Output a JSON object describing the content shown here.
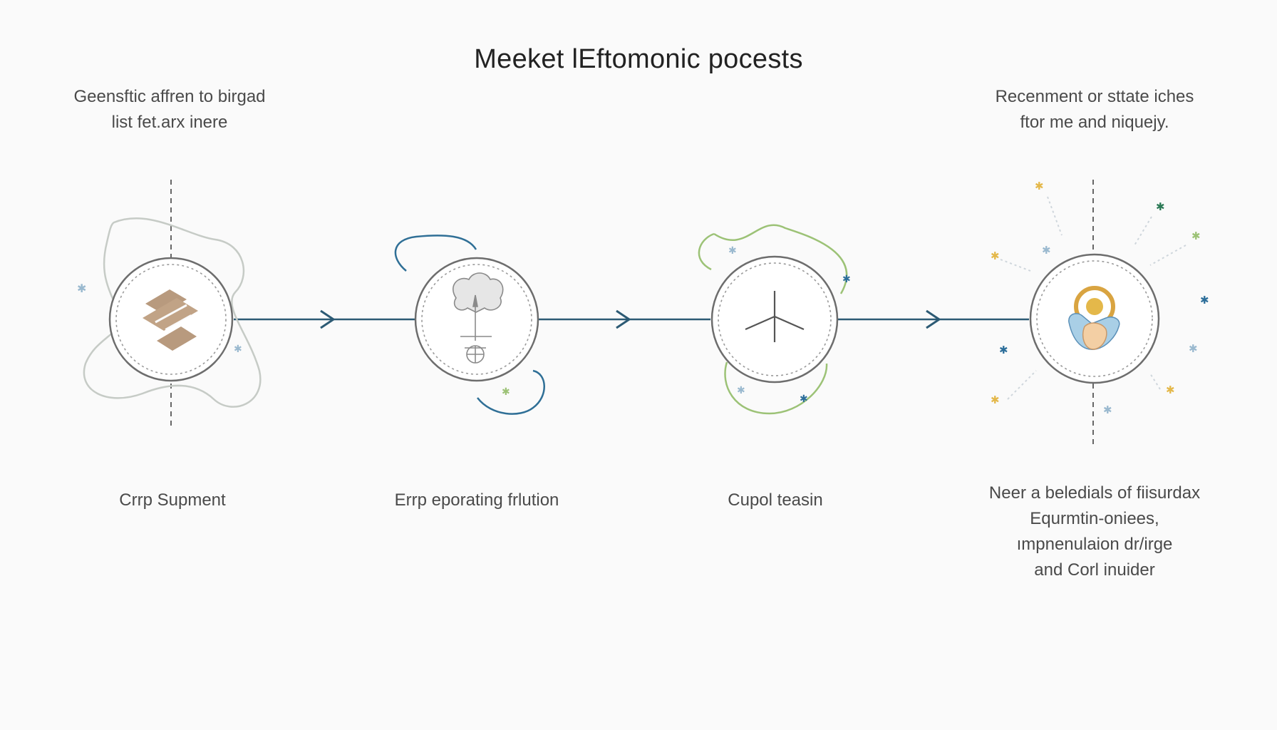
{
  "title": "Meeket lEftomonic pocests",
  "note_left": {
    "line1": "Geensftic affren to birgad",
    "line2": "list fet.arx inere"
  },
  "note_right": {
    "line1": "Recenment or sttate iches",
    "line2": "ftor me and niquejy."
  },
  "steps": [
    {
      "label": "Crrp Supment",
      "icon": "package-icon"
    },
    {
      "label": "Errp eporating frlution",
      "icon": "tree-wheel-icon"
    },
    {
      "label": "Cupol teasin",
      "icon": "tripod-icon"
    },
    {
      "icon": "hand-coin-icon",
      "label_lines": [
        "Neer a beledials of fiisurdax",
        "Equrmtin-oniees,",
        "ımpnenulaion dr/irge",
        "and Corl inuider"
      ]
    }
  ],
  "colors": {
    "arrow": "#2c5a74",
    "circle_stroke": "#6d6d6d",
    "icon_tan": "#b89a7e",
    "accent_blue": "#2c6e9a",
    "accent_green": "#9cc276",
    "accent_gold": "#e4b84a"
  }
}
